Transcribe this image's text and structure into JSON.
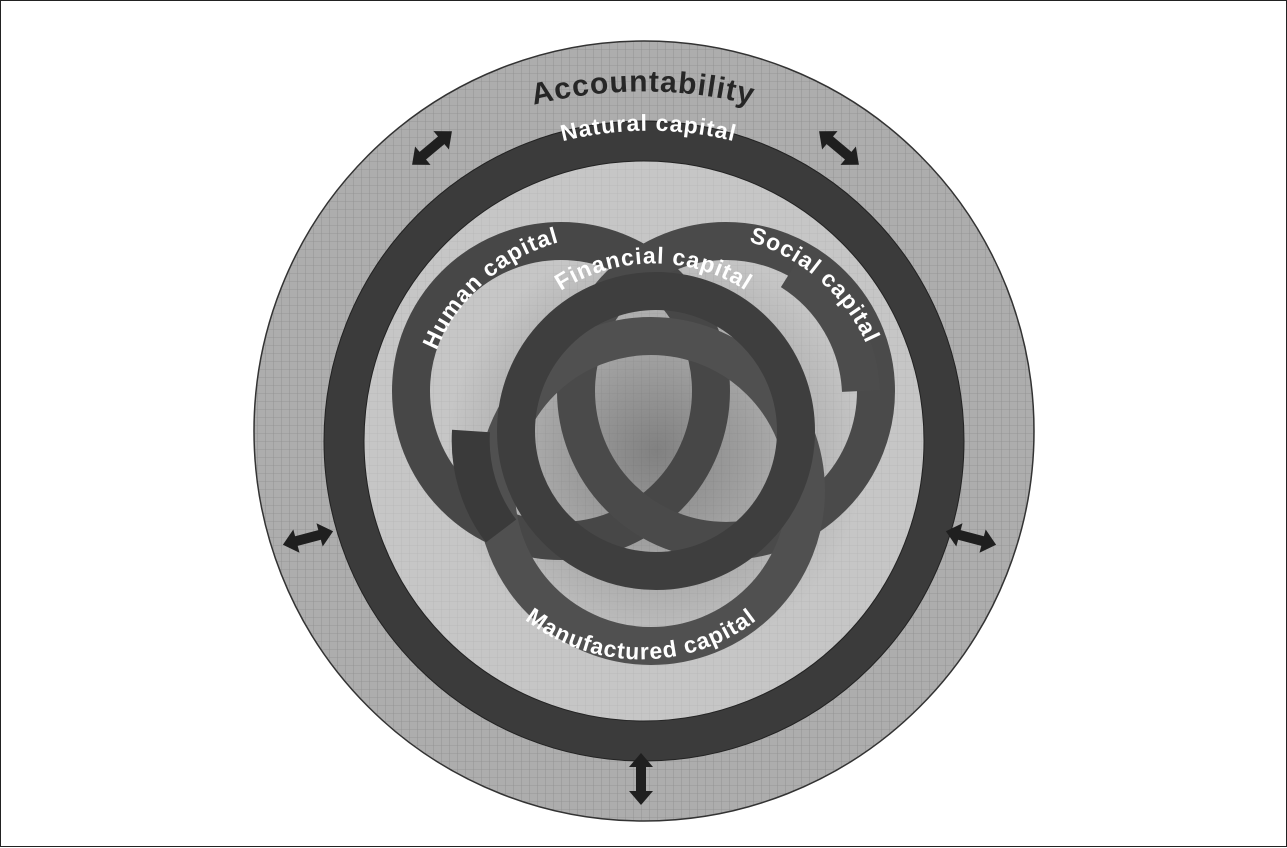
{
  "diagram": {
    "outer_label": "Accountability",
    "natural_ring_label": "Natural capital",
    "inner_rings": [
      {
        "id": "human",
        "label": "Human capital"
      },
      {
        "id": "social",
        "label": "Social capital"
      },
      {
        "id": "financial",
        "label": "Financial capital"
      },
      {
        "id": "manufactured",
        "label": "Manufactured capital"
      }
    ],
    "arrow_count": 5,
    "colors": {
      "outer_disc": "#a8a8a8",
      "grid": "#8c8c8c",
      "dark_ring": "#3b3b3b",
      "inner_disc": "#c2c2c2",
      "capital_ring": "#4a4a4a",
      "arrow": "#1f1f1f"
    }
  }
}
